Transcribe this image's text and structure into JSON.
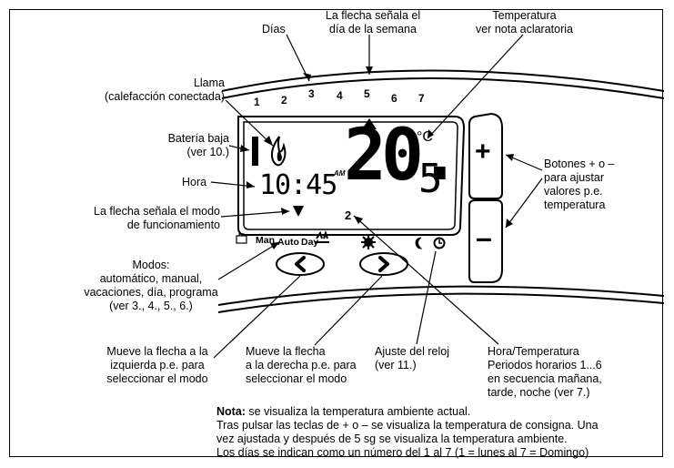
{
  "labels": {
    "dias": "Días",
    "flecha_dia": [
      "La flecha señala el",
      "día de la semana"
    ],
    "temperatura": [
      "Temperatura",
      "ver nota aclaratoria"
    ],
    "llama": [
      "Llama",
      "(calefacción conectada)"
    ],
    "bateria": [
      "Batería baja",
      "(ver 10.)"
    ],
    "hora": "Hora",
    "flecha_modo": [
      "La flecha señala el modo",
      "de funcionamiento"
    ],
    "botones": [
      "Botones + o –",
      "para ajustar",
      "valores p.e.",
      "temperatura"
    ],
    "modos": [
      "Modos:",
      "automático, manual,",
      "vacaciones, día, programa",
      "(ver 3., 4., 5., 6.)"
    ],
    "mueve_izq": [
      "Mueve la flecha a la",
      "izquierda p.e. para",
      "seleccionar el modo"
    ],
    "mueve_der": [
      "Mueve la flecha",
      "a la derecha p.e. para",
      "seleccionar el modo"
    ],
    "ajuste_reloj": [
      "Ajuste del reloj",
      "(ver 11.)"
    ],
    "hora_temp": [
      "Hora/Temperatura",
      "Periodos horarios 1...6",
      "en secuencia mañana,",
      "tarde, noche (ver 7.)"
    ]
  },
  "device": {
    "days": [
      "1",
      "2",
      "3",
      "4",
      "5",
      "6",
      "7"
    ],
    "battery_digit": "1",
    "time": "10:45",
    "am": "AM",
    "temp_main": "20.",
    "temp_dec": "5",
    "unit": "°C",
    "period": "2",
    "modes": [
      "Man",
      "Auto",
      "Day"
    ],
    "plus": "+",
    "minus": "–"
  },
  "note": {
    "bold": "Nota:",
    "line1": " se visualiza la temperatura ambiente actual.",
    "line2": "Tras pulsar las teclas de + o – se visualiza la temperatura de consigna. Una",
    "line3": "vez ajustada y después de 5 sg se visualiza la temperatura ambiente.",
    "line4": "Los días se indican como un número del 1 al 7 (1 = lunes al 7 =  Domingo)"
  }
}
